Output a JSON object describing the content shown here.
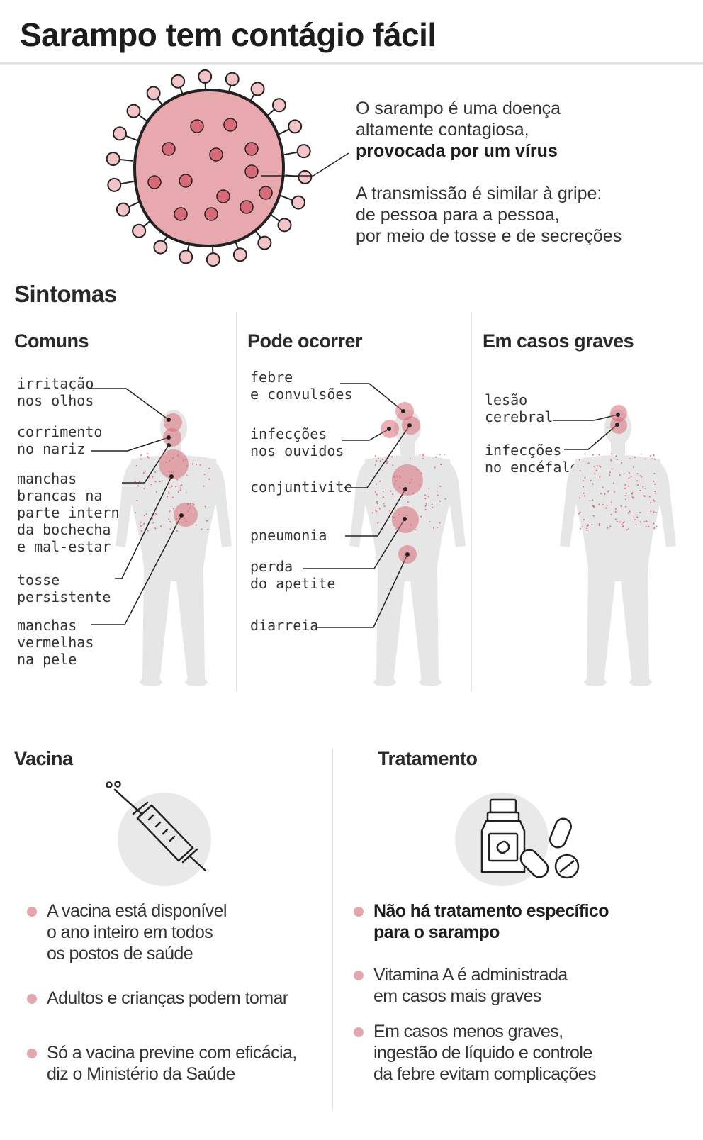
{
  "header": {
    "title": "Sarampo tem contágio fácil"
  },
  "intro": {
    "line1": "O sarampo é uma doença\naltamente contagiosa,",
    "line1_bold": "provocada por um vírus",
    "line2": "A transmissão é similar à gripe:\nde pessoa para a pessoa,\npor meio de tosse e de secreções"
  },
  "symptoms": {
    "title": "Sintomas",
    "columns": [
      {
        "heading": "Comuns",
        "items": [
          "irritação\nnos olhos",
          "corrimento\nno nariz",
          "manchas\nbrancas na\nparte interna\nda bochecha\ne mal-estar",
          "tosse\npersistente",
          "manchas\nvermelhas\nna pele"
        ]
      },
      {
        "heading": "Pode ocorrer",
        "items": [
          "febre\ne convulsões",
          "infecções\nnos ouvidos",
          "conjuntivite",
          "pneumonia",
          "perda\ndo apetite",
          "diarreia"
        ]
      },
      {
        "heading": "Em casos graves",
        "items": [
          "lesão\ncerebral",
          "infecções\nno encéfalo"
        ]
      }
    ]
  },
  "vaccine": {
    "title": "Vacina",
    "icon": "syringe-icon",
    "bullets": [
      "A vacina está disponível\no ano inteiro em todos\nos postos de saúde",
      "Adultos e crianças podem tomar",
      "Só a vacina previne com eficácia,\ndiz o Ministério da Saúde"
    ]
  },
  "treatment": {
    "title": "Tratamento",
    "icon": "medicine-bottle-icon",
    "bullets": [
      "Não há tratamento específico\n para o sarampo",
      "Vitamina A é administrada\nem casos mais graves",
      "Em casos menos graves,\ningestão de líquido e controle\nda febre evitam complicações"
    ]
  },
  "colors": {
    "accent": "#e3a6ad",
    "spot": "#d96b78",
    "virus_fill": "#e8a9ae",
    "body_gray": "#e6e6e6",
    "text": "#333333"
  }
}
